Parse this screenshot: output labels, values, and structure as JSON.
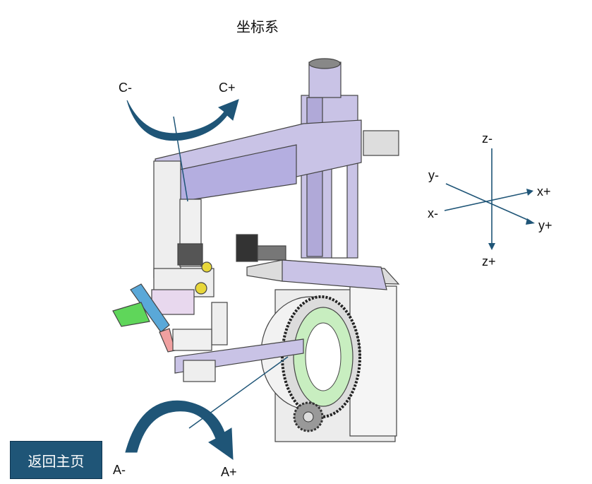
{
  "title": "坐标系",
  "rotation_labels": {
    "c_minus": "C-",
    "c_plus": "C+",
    "a_minus": "A-",
    "a_plus": "A+"
  },
  "axis_labels": {
    "z_minus": "z-",
    "z_plus": "z+",
    "y_minus": "y-",
    "y_plus": "y+",
    "x_minus": "x-",
    "x_plus": "x+"
  },
  "buttons": {
    "home": "返回主页"
  },
  "colors": {
    "arrow": "#1f5577",
    "machine_frame": "#c9c3e6",
    "ring": "#c8eec0",
    "button_bg": "#1f5577"
  }
}
